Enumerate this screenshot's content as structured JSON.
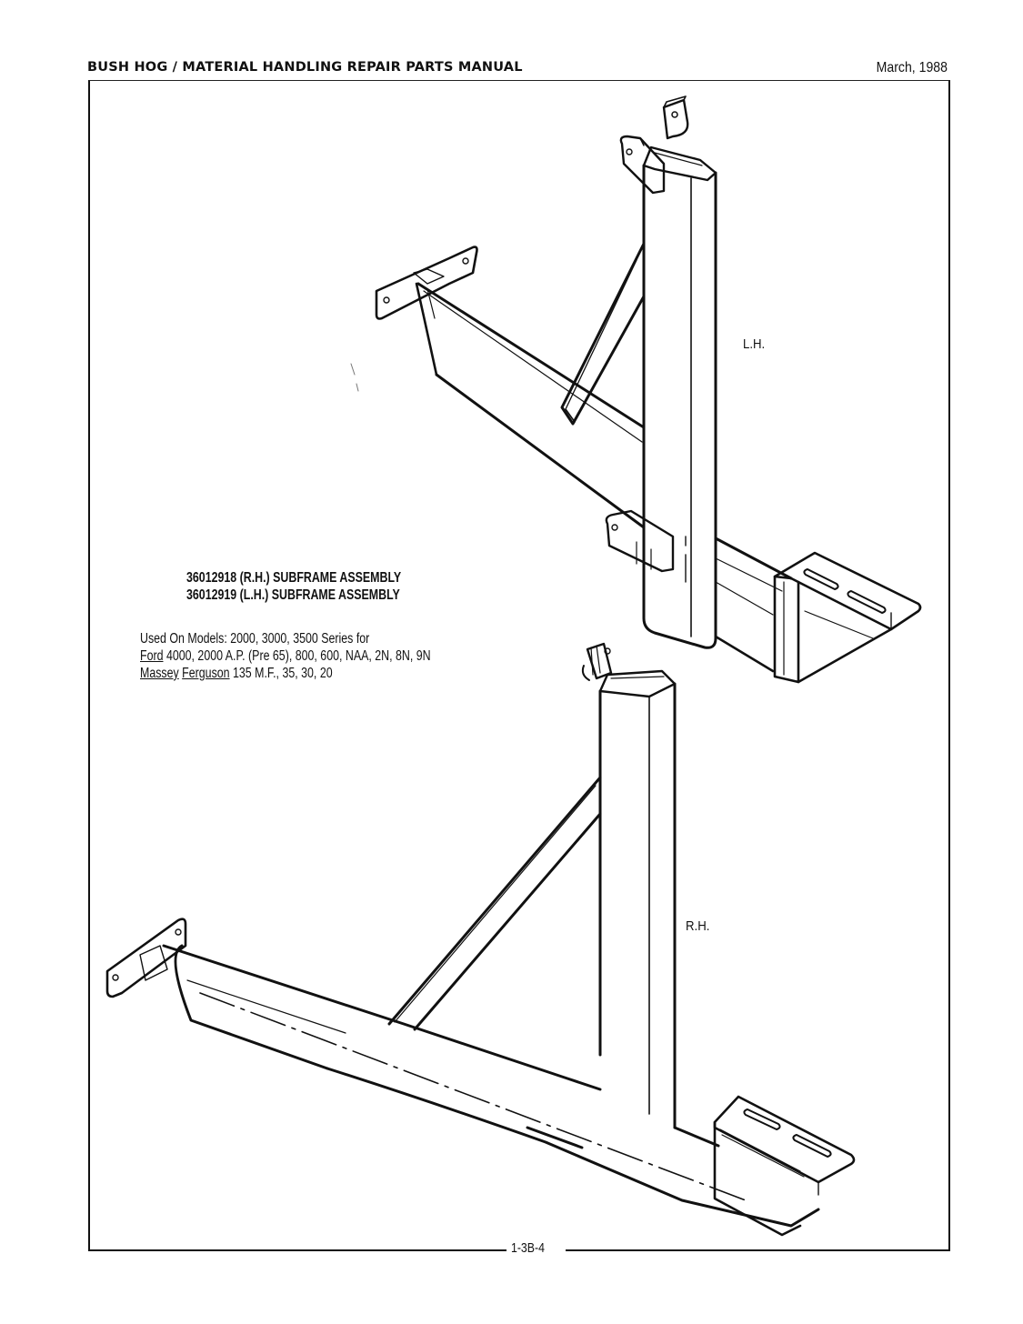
{
  "header": {
    "title": "BUSH HOG / MATERIAL HANDLING REPAIR PARTS MANUAL",
    "date": "March, 1988"
  },
  "drawings": {
    "upper": {
      "label": "L.H.",
      "description": "Left-hand subframe assembly line drawing"
    },
    "lower": {
      "label": "R.H.",
      "description": "Right-hand subframe assembly line drawing"
    }
  },
  "caption": {
    "assemblies": [
      {
        "part_number": "36012918",
        "side": "(R.H.)",
        "name": "SUBFRAME ASSEMBLY"
      },
      {
        "part_number": "36012919",
        "side": "(L.H.)",
        "name": "SUBFRAME ASSEMBLY"
      }
    ],
    "used_on": {
      "intro": "Used On Models:  2000, 3000, 3500 Series for",
      "lines": [
        {
          "brand": "Ford",
          "models": " 4000, 2000 A.P. (Pre 65), 800, 600, NAA, 2N, 8N, 9N"
        },
        {
          "brand_a": "Massey",
          "brand_b": "Ferguson",
          "models": " 135 M.F., 35, 30, 20"
        }
      ]
    }
  },
  "footer": {
    "page_number": "1-3B-4"
  },
  "colors": {
    "ink": "#111111",
    "paper": "#ffffff"
  }
}
